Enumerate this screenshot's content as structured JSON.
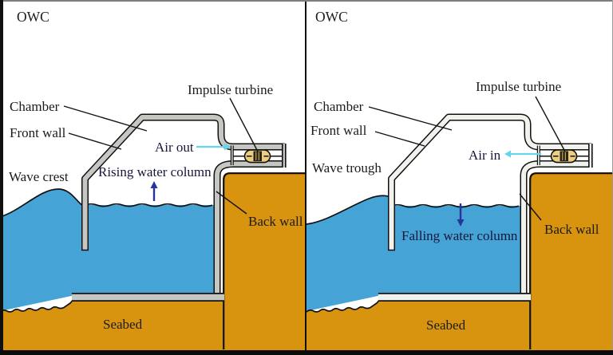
{
  "panels": {
    "left": {
      "title": "OWC",
      "labels": {
        "chamber": "Chamber",
        "front_wall": "Front wall",
        "wave": "Wave crest",
        "water_column": "Rising water column",
        "air": "Air out",
        "turbine": "Impulse turbine",
        "back_wall": "Back wall",
        "seabed": "Seabed"
      }
    },
    "right": {
      "title": "OWC",
      "labels": {
        "chamber": "Chamber",
        "front_wall": "Front wall",
        "wave": "Wave trough",
        "water_column": "Falling water column",
        "air": "Air in",
        "turbine": "Impulse turbine",
        "back_wall": "Back wall",
        "seabed": "Seabed"
      }
    }
  },
  "colors": {
    "water": "#45a3d5",
    "seabed": "#d8930f",
    "wall_left": "#c6c6c2",
    "wall_right": "#f1f1ed",
    "outline": "#111111",
    "turbine_body": "#ecce7f",
    "turbine_rotor": "#2a2415",
    "air_arrow": "#66d4ea",
    "water_arrow": "#27359b",
    "text": "#1c1c1c",
    "label_dark": "#17173a"
  }
}
